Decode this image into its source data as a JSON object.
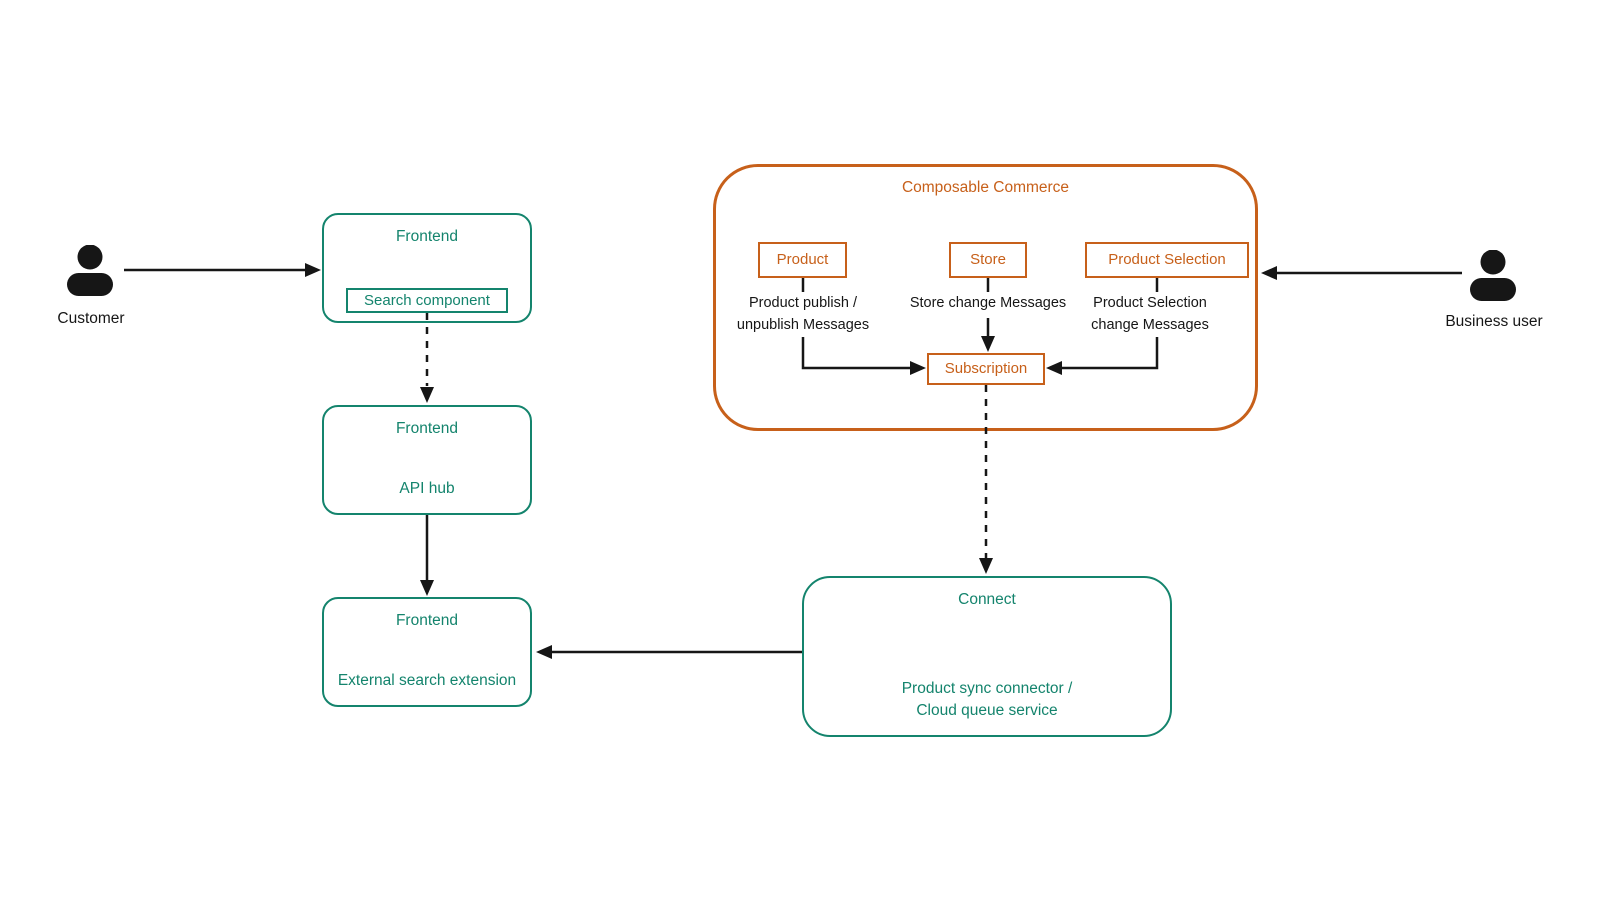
{
  "colors": {
    "teal": "#14846d",
    "orange": "#c7601a",
    "ink": "#161616",
    "background": "#ffffff"
  },
  "actors": {
    "customer": {
      "label": "Customer"
    },
    "business_user": {
      "label": "Business user"
    }
  },
  "frontend_search": {
    "title": "Frontend",
    "component": "Search component"
  },
  "frontend_api": {
    "title": "Frontend",
    "subtitle": "API hub"
  },
  "frontend_ext": {
    "title": "Frontend",
    "subtitle": "External search extension"
  },
  "commerce": {
    "title": "Composable Commerce",
    "product": "Product",
    "store": "Store",
    "product_selection": "Product Selection",
    "subscription": "Subscription",
    "product_msg_line1": "Product publish /",
    "product_msg_line2": "unpublish Messages",
    "store_msg": "Store change Messages",
    "ps_msg_line1": "Product Selection",
    "ps_msg_line2": "change Messages"
  },
  "connect": {
    "title": "Connect",
    "subtitle_line1": "Product sync connector /",
    "subtitle_line2": "Cloud queue service"
  }
}
